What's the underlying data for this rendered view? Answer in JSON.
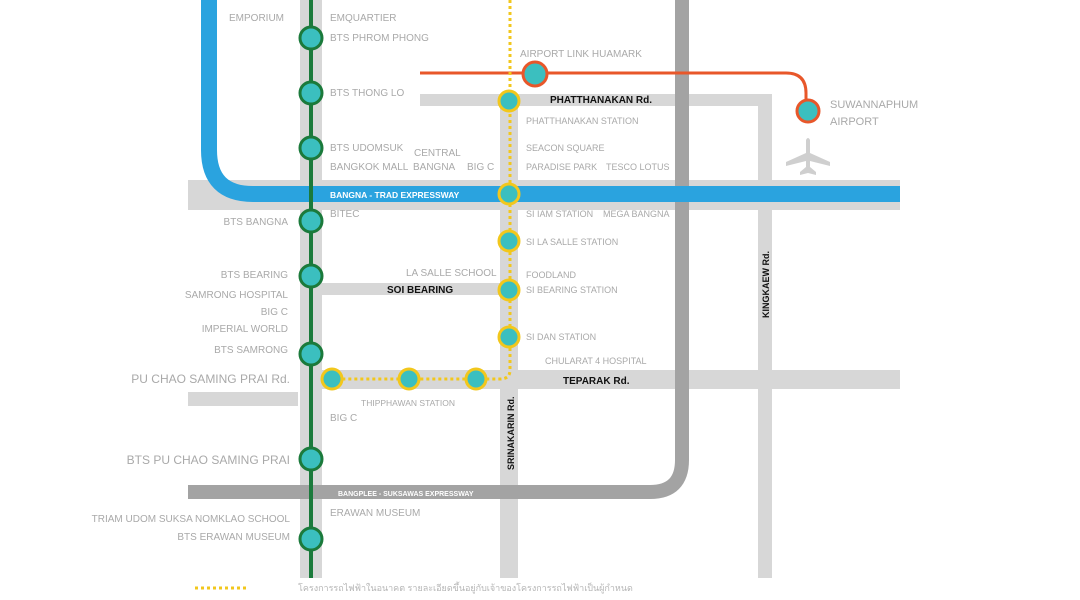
{
  "colors": {
    "road": "#d7d7d7",
    "expressway_gray": "#a3a3a3",
    "blue": "#2aa3df",
    "green": "#1b7a3b",
    "teal": "#3bbfbf",
    "yellow": "#f2c71c",
    "orange": "#e8572a",
    "label": "#a9a9a9"
  },
  "roads": {
    "phatthanakan": "PHATTHANAKAN Rd.",
    "bangna_trad": "BANGNA - TRAD EXPRESSWAY",
    "soi_bearing": "SOI BEARING",
    "teparak": "TEPARAK Rd.",
    "pu_chao": "PU CHAO SAMING PRAI Rd.",
    "bangplee": "BANGPLEE - SUKSAWAS EXPRESSWAY",
    "srinakarin": "SRINAKARIN Rd.",
    "kingkaew": "KINGKAEW Rd."
  },
  "places": {
    "emporium": "EMPORIUM",
    "emquartier": "EMQUARTIER",
    "bts_phrom_phong": "BTS PHROM PHONG",
    "bts_thong_lo": "BTS THONG LO",
    "bts_udomsuk": "BTS UDOMSUK",
    "bangkok_mall": "BANGKOK MALL",
    "central": "CENTRAL",
    "bangna": "BANGNA",
    "big_c_1": "BIG C",
    "seacon_square": "SEACON SQUARE",
    "paradise_park": "PARADISE PARK",
    "tesco_lotus": "TESCO LOTUS",
    "airport_link": "AIRPORT LINK HUAMARK",
    "phatthanakan_station": "PHATTHANAKAN STATION",
    "suvarnabhumi_1": "SUWANNAPHUM",
    "suvarnabhumi_2": "AIRPORT",
    "bts_bangna": "BTS BANGNA",
    "bitec": "BITEC",
    "si_iam": "SI IAM STATION",
    "mega_bangna": "MEGA BANGNA",
    "si_la_salle": "SI LA SALLE STATION",
    "bts_bearing": "BTS BEARING",
    "la_salle_school": "LA SALLE SCHOOL",
    "foodland": "FOODLAND",
    "si_bearing": "SI BEARING STATION",
    "samrong_hospital": "SAMRONG HOSPITAL",
    "big_c_2": "BIG C",
    "imperial_world": "IMPERIAL WORLD",
    "si_dan": "SI DAN STATION",
    "bts_samrong": "BTS SAMRONG",
    "chularat": "CHULARAT 4 HOSPITAL",
    "thipphawan": "THIPPHAWAN STATION",
    "big_c_3": "BIG C",
    "bts_pu_chao": "BTS PU CHAO SAMING PRAI",
    "erawan_museum": "ERAWAN MUSEUM",
    "triam_udom": "TRIAM UDOM SUKSA NOMKLAO SCHOOL",
    "bts_erawan_museum": "BTS ERAWAN MUSEUM"
  },
  "legend": {
    "text": "โครงการรถไฟฟ้าในอนาคต รายละเอียดขึ้นอยู่กับเจ้าของโครงการรถไฟฟ้าเป็นผู้กำหนด"
  },
  "icons": {
    "airport": "airplane-icon"
  }
}
